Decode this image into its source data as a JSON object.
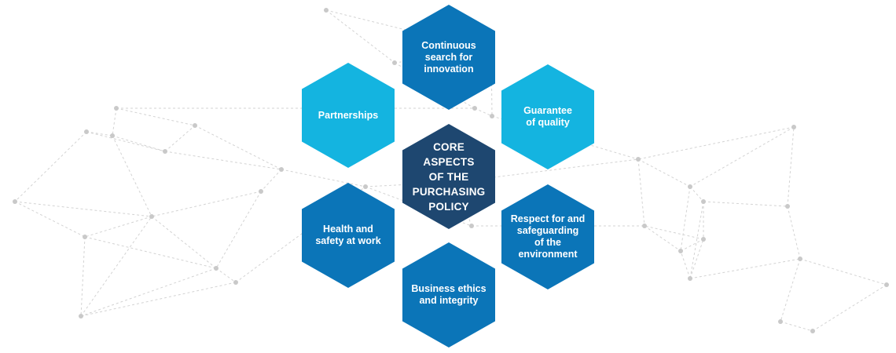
{
  "title": "CORE ASPECTS\nOF THE\nPURCHASING\nPOLICY",
  "aspects": {
    "innovation": "Continuous\nsearch for\ninnovation",
    "partnerships": "Partnerships",
    "quality": "Guarantee\nof quality",
    "health": "Health and\nsafety at work",
    "environment": "Respect for and\nsafeguarding\nof the\nenvironment",
    "ethics": "Business ethics\nand integrity"
  },
  "colors": {
    "center": "#1e4770",
    "dark": "#0b75b8",
    "light": "#14b4e0",
    "network_line": "#d3d3d3",
    "network_node": "#c9c9c9"
  },
  "icons": {
    "background": "network-mesh"
  }
}
